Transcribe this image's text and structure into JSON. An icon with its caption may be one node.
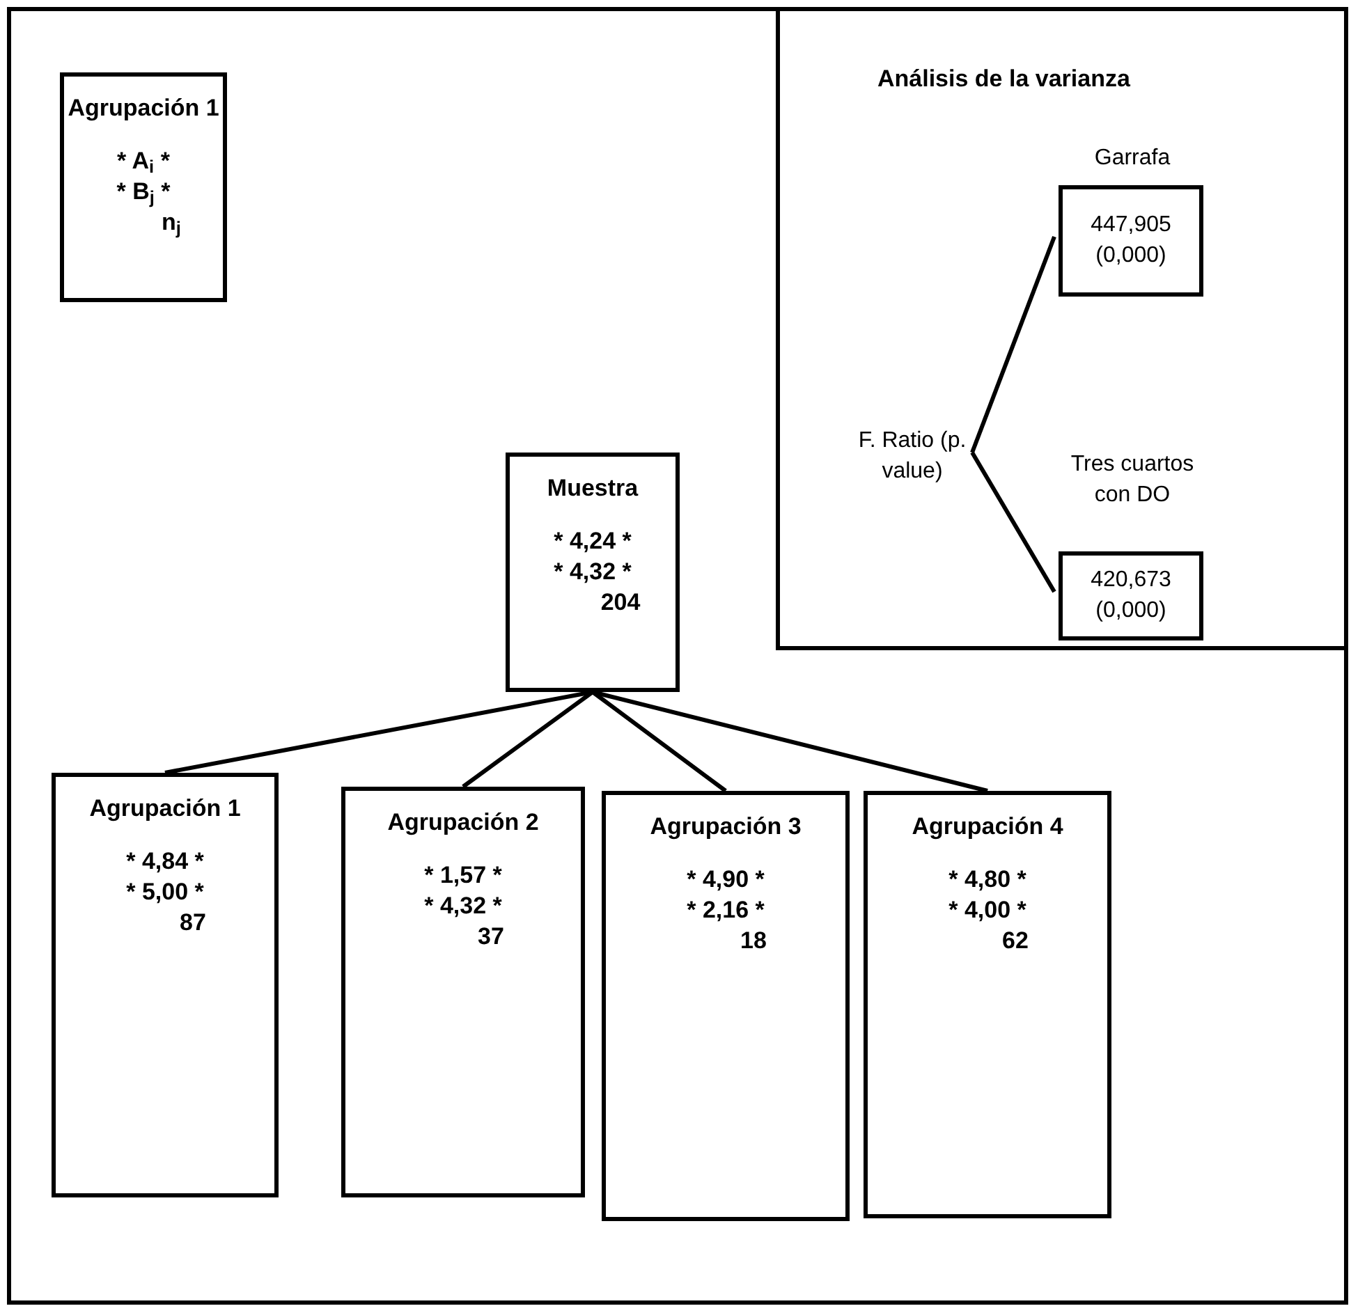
{
  "diagram": {
    "nodes": [
      {
        "text": [
          "Agrupación 1",
          "* A$_{i}$ *",
          "* B$_{j}$ *",
          "n$_{j}$"
        ]
      },
      {
        "text": [
          "Análisis de la varianza"
        ]
      },
      {
        "text": [
          "F. Ratio (p. value)"
        ],
        "in": 1
      },
      {
        "text": [
          "447,905 (0,000)"
        ],
        "in": 1,
        "beside": [
          "Garrafa"
        ]
      },
      {
        "text": [
          "420,673 (0,000)"
        ],
        "in": 1,
        "beside": [
          "Tres cuartos con DO"
        ]
      },
      {
        "text": [
          "Muestra",
          "* 4,24 *",
          "* 4,32 *",
          "204"
        ]
      },
      {
        "text": [
          "Agrupación 1",
          "* 4,84 *",
          "* 5,00 *",
          "87"
        ]
      },
      {
        "text": [
          "Agrupación 2",
          "* 1,57 *",
          "* 4,32 *",
          "37"
        ]
      },
      {
        "text": [
          "Agrupación 3",
          "* 4,90 *",
          "* 2,16 *",
          "18"
        ]
      },
      {
        "text": [
          "Agrupación 4",
          "* 4,80 *",
          "* 4,00 *",
          "62"
        ]
      }
    ],
    "edges": [
      {
        "from": 2,
        "to": 3,
        "arrow": "none"
      },
      {
        "from": 2,
        "to": 4,
        "arrow": "none"
      },
      {
        "from": 5,
        "to": 6,
        "arrow": "none"
      },
      {
        "from": 5,
        "to": 7,
        "arrow": "none"
      },
      {
        "from": 5,
        "to": 8,
        "arrow": "none"
      },
      {
        "from": 5,
        "to": 9,
        "arrow": "none"
      }
    ]
  }
}
